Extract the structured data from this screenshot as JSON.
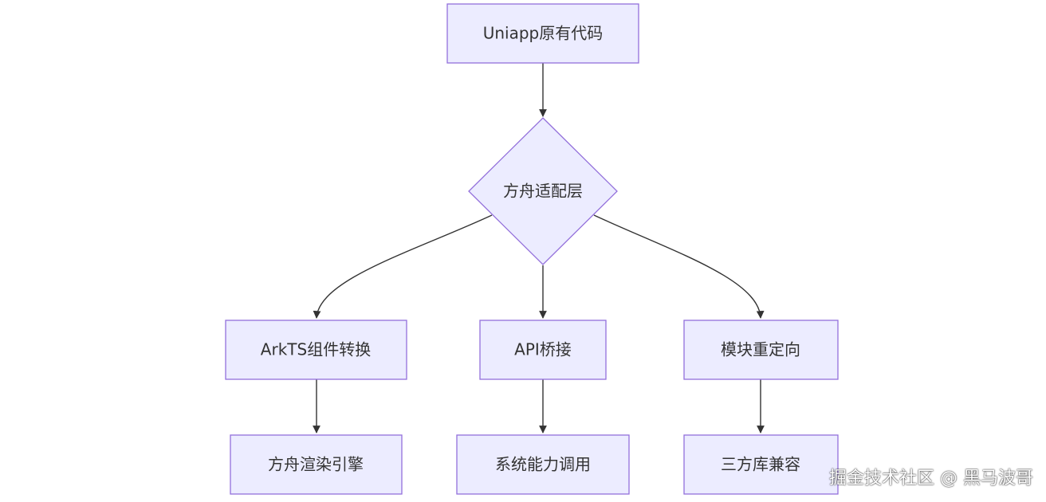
{
  "nodes": {
    "source": "Uniapp原有代码",
    "adapter": "方舟适配层",
    "arkts": "ArkTS组件转换",
    "api": "API桥接",
    "module": "模块重定向",
    "render": "方舟渲染引擎",
    "syscall": "系统能力调用",
    "thirdparty": "三方库兼容"
  },
  "watermark": "掘金技术社区 @ 黑马波哥",
  "colors": {
    "node_fill": "#ECECFF",
    "node_stroke": "#9370DB",
    "edge": "#333333",
    "text": "#333333"
  }
}
